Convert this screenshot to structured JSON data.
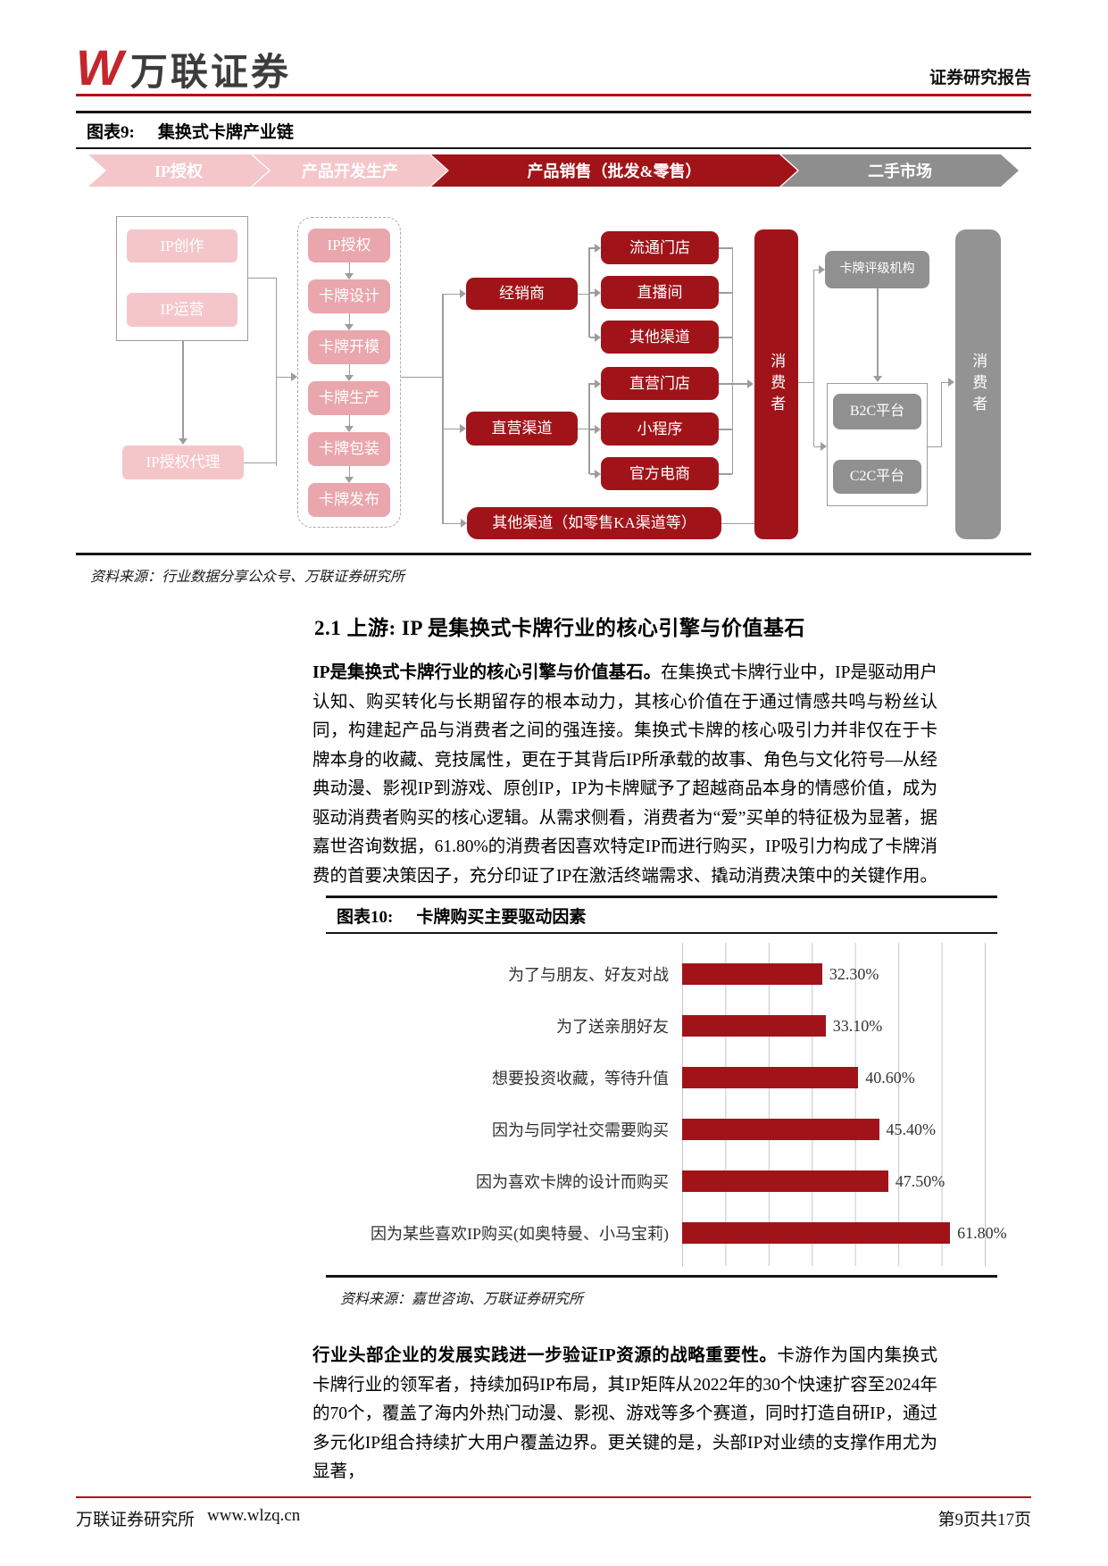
{
  "header": {
    "logo_w": "W",
    "logo_text": "万联证券",
    "report_type": "证券研究报告"
  },
  "colors": {
    "brand_red": "#C5262C",
    "rule_red": "#B30E14",
    "dark_red": "#A01419",
    "pink_light": "#F4C6CA",
    "pink_mid": "#E9A6AC",
    "gray_box": "#909090",
    "line_gray": "#9D9D9D"
  },
  "figure9": {
    "label": "图表9:",
    "title": "集换式卡牌产业链",
    "source": "资料来源：行业数据分享公众号、万联证券研究所",
    "stages": [
      {
        "label": "IP授权",
        "color": "#F4C6CA"
      },
      {
        "label": "产品开发生产",
        "color": "#F4C6CA"
      },
      {
        "label": "产品销售（批发&零售）",
        "color": "#A01419"
      },
      {
        "label": "二手市场",
        "color": "#8E8E8E"
      }
    ],
    "upstream": {
      "ip_creation": "IP创作",
      "ip_operation": "IP运营",
      "ip_agency": "IP授权代理"
    },
    "production_steps": [
      "IP授权",
      "卡牌设计",
      "卡牌开模",
      "卡牌生产",
      "卡牌包装",
      "卡牌发布"
    ],
    "sales": {
      "dealer": "经销商",
      "direct": "直营渠道",
      "other": "其他渠道（如零售KA渠道等）",
      "dealer_channels": [
        "流通门店",
        "直播间",
        "其他渠道"
      ],
      "direct_channels": [
        "直营门店",
        "小程序",
        "官方电商"
      ],
      "consumer": "消费者"
    },
    "secondhand": {
      "rating": "卡牌评级机构",
      "b2c": "B2C平台",
      "c2c": "C2C平台",
      "consumer": "消费者"
    }
  },
  "section": {
    "heading": "2.1 上游: IP 是集换式卡牌行业的核心引擎与价值基石",
    "para1_bold": "IP是集换式卡牌行业的核心引擎与价值基石。",
    "para1_rest": "在集换式卡牌行业中，IP是驱动用户认知、购买转化与长期留存的根本动力，其核心价值在于通过情感共鸣与粉丝认同，构建起产品与消费者之间的强连接。集换式卡牌的核心吸引力并非仅在于卡牌本身的收藏、竞技属性，更在于其背后IP所承载的故事、角色与文化符号—从经典动漫、影视IP到游戏、原创IP，IP为卡牌赋予了超越商品本身的情感价值，成为驱动消费者购买的核心逻辑。从需求侧看，消费者为“爱”买单的特征极为显著，据嘉世咨询数据，61.80%的消费者因喜欢特定IP而进行购买，IP吸引力构成了卡牌消费的首要决策因子，充分印证了IP在激活终端需求、撬动消费决策中的关键作用。",
    "para2_bold": "行业头部企业的发展实践进一步验证IP资源的战略重要性。",
    "para2_rest": "卡游作为国内集换式卡牌行业的领军者，持续加码IP布局，其IP矩阵从2022年的30个快速扩容至2024年的70个，覆盖了海内外热门动漫、影视、游戏等多个赛道，同时打造自研IP，通过多元化IP组合持续扩大用户覆盖边界。更关键的是，头部IP对业绩的支撑作用尤为显著，"
  },
  "figure10": {
    "label": "图表10:",
    "title": "卡牌购买主要驱动因素",
    "source": "资料来源：嘉世咨询、万联证券研究所"
  },
  "chart_data": {
    "type": "bar",
    "orientation": "horizontal",
    "title": "卡牌购买主要驱动因素",
    "categories": [
      "为了与朋友、好友对战",
      "为了送亲朋好友",
      "想要投资收藏，等待升值",
      "因为与同学社交需要购买",
      "因为喜欢卡牌的设计而购买",
      "因为某些喜欢IP购买(如奥特曼、小马宝莉)"
    ],
    "values": [
      32.3,
      33.1,
      40.6,
      45.4,
      47.5,
      61.8
    ],
    "value_labels": [
      "32.30%",
      "33.10%",
      "40.60%",
      "45.40%",
      "47.50%",
      "61.80%"
    ],
    "bar_color": "#A01419",
    "xlim": [
      0,
      70
    ],
    "gridline_step": 10,
    "grid": true,
    "legend": false
  },
  "footer": {
    "institute": "万联证券研究所",
    "url": "www.wlzq.cn",
    "page": "第9页共17页"
  }
}
